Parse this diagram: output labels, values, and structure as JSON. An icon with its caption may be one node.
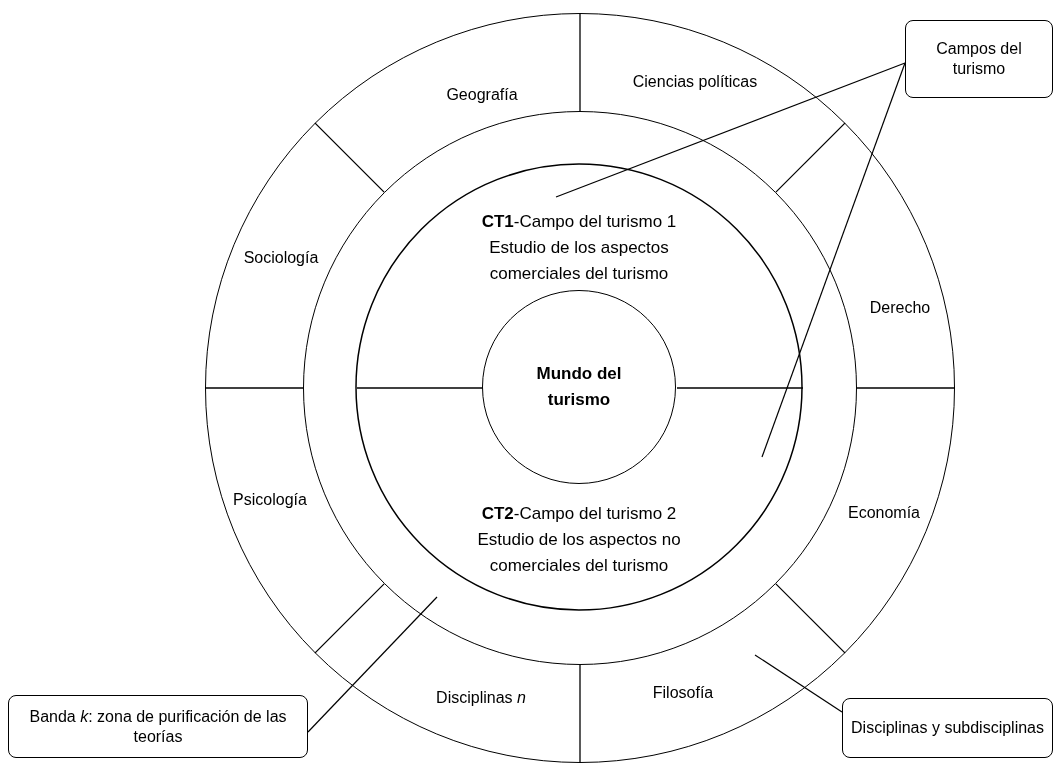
{
  "diagram": {
    "nodes": [
      {
        "text": [
          "Campos del turismo"
        ]
      },
      {
        "text": [
          "Banda *k*: zona de purificación de las teorías"
        ]
      },
      {
        "text": [
          "Disciplinas y subdisciplinas"
        ]
      },
      {
        "text": [],
        "shape": "circle"
      },
      {
        "text": [],
        "shape": "circle",
        "in": 3
      },
      {
        "text": [
          "**CT1**-Campo del turismo 1",
          "Estudio de los aspectos comerciales del turismo"
        ],
        "in": 4
      },
      {
        "text": [
          "**CT2**-Campo del turismo 2",
          "Estudio de los aspectos no comerciales del turismo"
        ],
        "in": 4
      },
      {
        "text": [
          "Mundo del turismo"
        ],
        "in": 4
      }
    ],
    "edges": [
      {
        "from": 0,
        "to": 5,
        "arrow": "none"
      },
      {
        "from": 0,
        "to": 6,
        "arrow": "none"
      },
      {
        "from": 1,
        "to": 4,
        "arrow": "none"
      },
      {
        "from": 2,
        "to": 3,
        "arrow": "none"
      }
    ],
    "labels": [
      "Geografía",
      "Ciencias políticas",
      "Sociología",
      "Derecho",
      "Psicología",
      "Economía",
      "Disciplinas *n*",
      "Filosofía"
    ]
  }
}
